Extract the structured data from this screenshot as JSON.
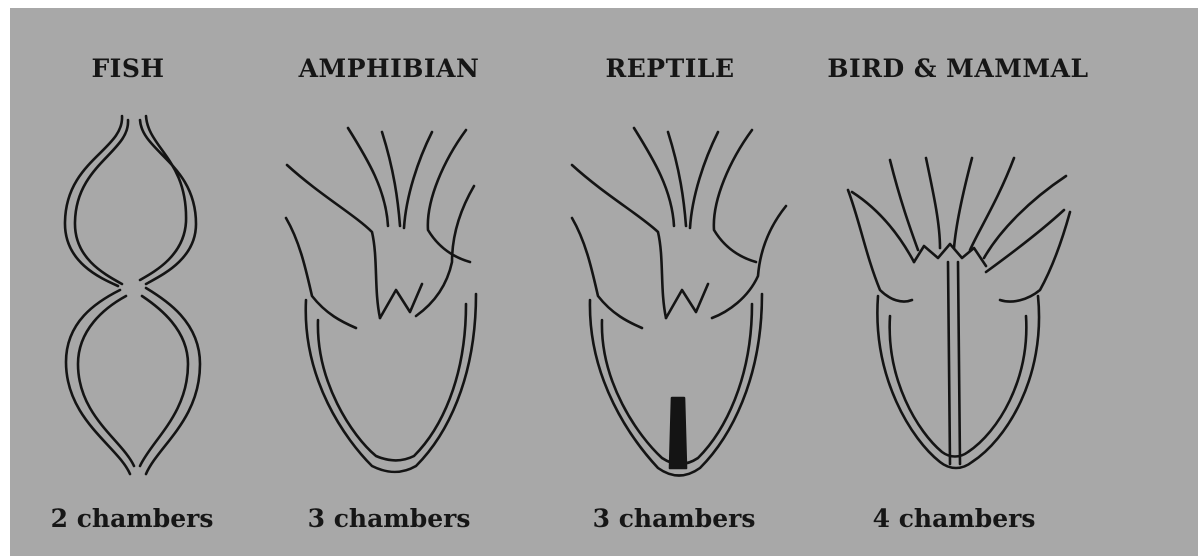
{
  "diagram": {
    "hearts": [
      {
        "id": "fish",
        "title": "FISH",
        "chambers": "2 chambers"
      },
      {
        "id": "amphibian",
        "title": "AMPHIBIAN",
        "chambers": "3 chambers"
      },
      {
        "id": "reptile",
        "title": "REPTILE",
        "chambers": "3 chambers"
      },
      {
        "id": "bird-mammal",
        "title": "BIRD & MAMMAL",
        "chambers": "4 chambers"
      }
    ],
    "colors": {
      "background": "#a8a8a8",
      "line": "#141414",
      "text": "#161616"
    }
  }
}
